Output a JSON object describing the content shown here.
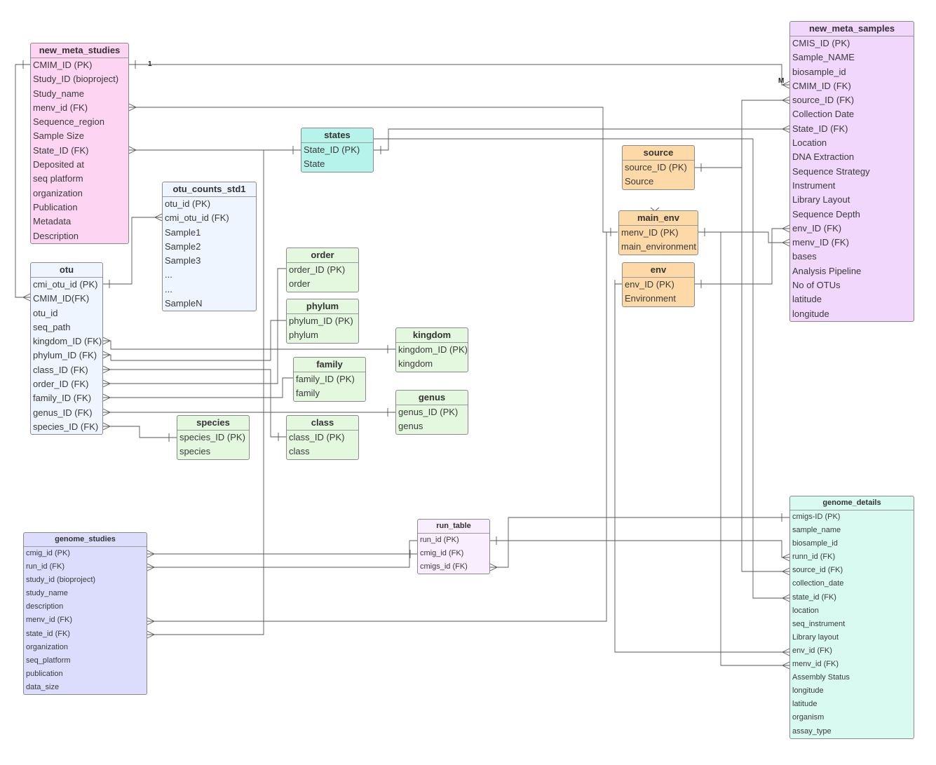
{
  "entities": {
    "new_meta_studies": {
      "title": "new_meta_studies",
      "color": "#fdd5f3",
      "fields": [
        "CMIM_ID  (PK)",
        "Study_ID (bioproject)",
        "Study_name",
        "menv_id (FK)",
        "Sequence_region",
        "Sample Size",
        "State_ID (FK)",
        "Deposited at",
        "seq platform",
        "organization",
        "Publication",
        "Metadata",
        "Description"
      ]
    },
    "new_meta_samples": {
      "title": "new_meta_samples",
      "color": "#f2d7fc",
      "fields": [
        "CMIS_ID (PK)",
        "Sample_NAME",
        "biosample_id",
        "CMIM_ID (FK)",
        "source_ID (FK)",
        "Collection Date",
        "State_ID (FK)",
        "Location",
        "DNA Extraction",
        "Sequence Strategy",
        "Instrument",
        "Library Layout",
        "Sequence Depth",
        "env_ID (FK)",
        "menv_ID (FK)",
        "bases",
        "Analysis Pipeline",
        "No of OTUs",
        "latitude",
        "longitude"
      ]
    },
    "states": {
      "title": "states",
      "color": "#b6f3ea",
      "fields": [
        "State_ID (PK)",
        "State"
      ]
    },
    "source": {
      "title": "source",
      "color": "#fcd9a6",
      "fields": [
        "source_ID (PK)",
        "Source"
      ]
    },
    "main_env": {
      "title": "main_env",
      "color": "#fcd9a6",
      "fields": [
        "menv_ID (PK)",
        "main_environment"
      ]
    },
    "env": {
      "title": "env",
      "color": "#fcd9a6",
      "fields": [
        "env_ID (PK)",
        "Environment"
      ]
    },
    "otu_counts_std1": {
      "title": "otu_counts_std1",
      "color": "#eef5ff",
      "fields": [
        "otu_id  (PK)",
        "cmi_otu_id (FK)",
        "Sample1",
        "Sample2",
        "Sample3",
        "...",
        "...",
        "SampleN"
      ]
    },
    "otu": {
      "title": "otu",
      "color": "#eef5ff",
      "fields": [
        "cmi_otu_id (PK)",
        "CMIM_ID(FK)",
        "otu_id",
        "seq_path",
        "kingdom_ID (FK)",
        "phylum_ID (FK)",
        "class_ID (FK)",
        "order_ID (FK)",
        "family_ID (FK)",
        "genus_ID (FK)",
        "species_ID (FK)"
      ]
    },
    "order": {
      "title": "order",
      "color": "#e3f8df",
      "fields": [
        "order_ID (PK)",
        "order"
      ]
    },
    "phylum": {
      "title": "phylum",
      "color": "#e3f8df",
      "fields": [
        "phylum_ID (PK)",
        "phylum"
      ]
    },
    "kingdom": {
      "title": "kingdom",
      "color": "#e3f8df",
      "fields": [
        "kingdom_ID (PK)",
        "kingdom"
      ]
    },
    "family": {
      "title": "family",
      "color": "#e3f8df",
      "fields": [
        "family_ID (PK)",
        "family"
      ]
    },
    "genus": {
      "title": "genus",
      "color": "#e3f8df",
      "fields": [
        "genus_ID (PK)",
        "genus"
      ]
    },
    "class": {
      "title": "class",
      "color": "#e3f8df",
      "fields": [
        "class_ID (PK)",
        "class"
      ]
    },
    "species": {
      "title": "species",
      "color": "#e3f8df",
      "fields": [
        "species_ID (PK)",
        "species"
      ]
    },
    "genome_studies": {
      "title": "genome_studies",
      "color": "#dcdcfc",
      "fields": [
        "cmig_id (PK)",
        "run_id  (FK)",
        "study_id (bioproject)",
        "study_name",
        "description",
        "menv_id (FK)",
        "state_id (FK)",
        "organization",
        "seq_platform",
        "publication",
        "data_size"
      ]
    },
    "run_table": {
      "title": "run_table",
      "color": "#f8eefd",
      "fields": [
        "run_id (PK)",
        "cmig_id (FK)",
        "cmigs_id (FK)"
      ]
    },
    "genome_details": {
      "title": "genome_details",
      "color": "#d9faf1",
      "fields": [
        "cmigs-ID (PK)",
        "sample_name",
        "biosample_id",
        "runn_id (FK)",
        "source_id (FK)",
        "collection_date",
        "state_id (FK)",
        "location",
        "seq_instrument",
        "Library layout",
        "env_id (FK)",
        "menv_id (FK)",
        "Assembly Status",
        "longitude",
        "latitude",
        "organism",
        "assay_type"
      ]
    }
  },
  "cardinality_labels": {
    "one": "1",
    "many": "M"
  }
}
